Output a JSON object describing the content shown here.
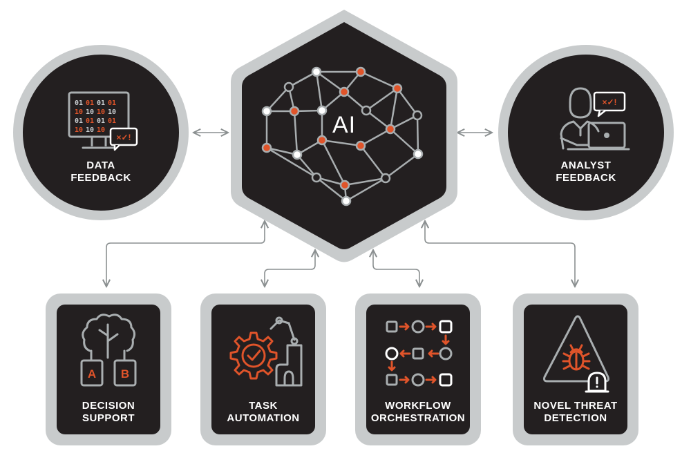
{
  "center": {
    "label": "AI"
  },
  "top_nodes": [
    {
      "line1": "DATA",
      "line2": "FEEDBACK"
    },
    {
      "line1": "ANALYST",
      "line2": "FEEDBACK"
    }
  ],
  "bottom_nodes": [
    {
      "line1": "DECISION",
      "line2": "SUPPORT"
    },
    {
      "line1": "TASK",
      "line2": "AUTOMATION"
    },
    {
      "line1": "WORKFLOW",
      "line2": "ORCHESTRATION"
    },
    {
      "line1": "NOVEL THREAT",
      "line2": "DETECTION"
    }
  ],
  "icons": {
    "data_feedback": "monitor-binary-icon",
    "analyst_feedback": "analyst-laptop-icon",
    "decision_support": "tree-ab-icon",
    "task_automation": "gear-robot-arm-icon",
    "workflow_orchestration": "workflow-icon",
    "novel_threat_detection": "bug-warning-icon",
    "ai": "neural-network-icon"
  },
  "colors": {
    "dark": "#231f20",
    "ring": "#c8cbcc",
    "accent": "#e0542a",
    "connector": "#8a8f90"
  }
}
